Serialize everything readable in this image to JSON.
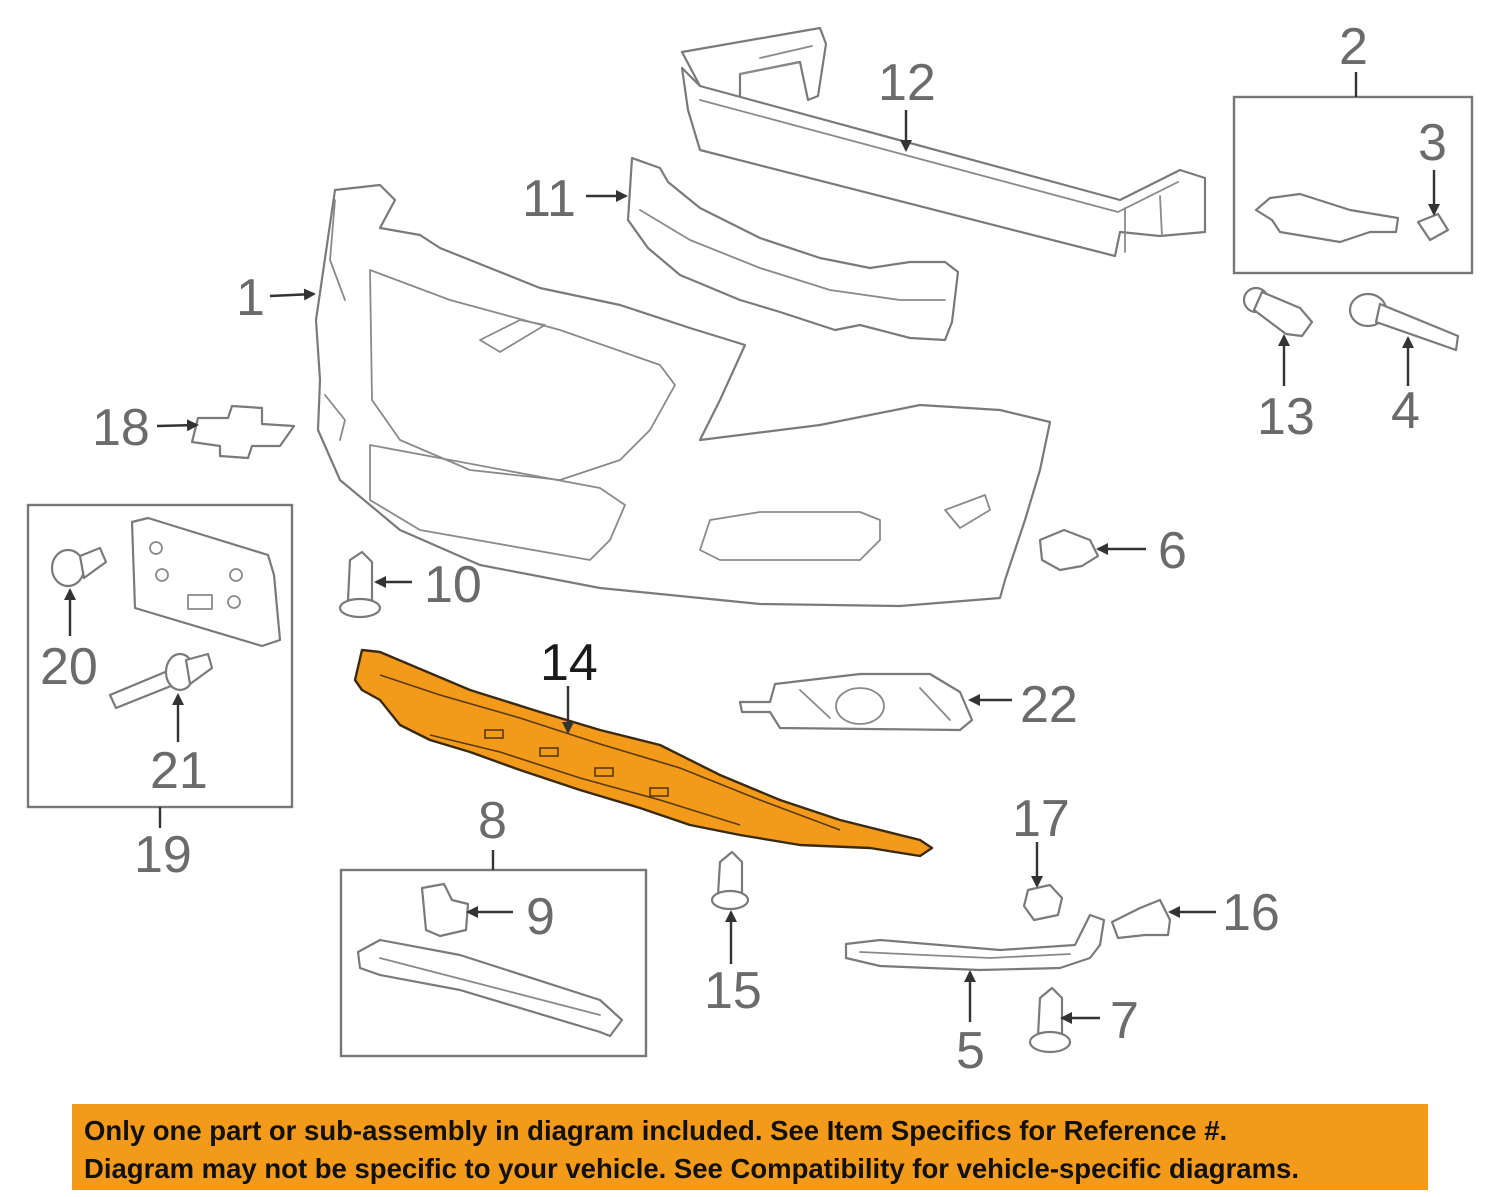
{
  "callouts": [
    {
      "id": "1",
      "label": "1"
    },
    {
      "id": "2",
      "label": "2"
    },
    {
      "id": "3",
      "label": "3"
    },
    {
      "id": "4",
      "label": "4"
    },
    {
      "id": "5",
      "label": "5"
    },
    {
      "id": "6",
      "label": "6"
    },
    {
      "id": "7",
      "label": "7"
    },
    {
      "id": "8",
      "label": "8"
    },
    {
      "id": "9",
      "label": "9"
    },
    {
      "id": "10",
      "label": "10"
    },
    {
      "id": "11",
      "label": "11"
    },
    {
      "id": "12",
      "label": "12"
    },
    {
      "id": "13",
      "label": "13"
    },
    {
      "id": "14",
      "label": "14"
    },
    {
      "id": "15",
      "label": "15"
    },
    {
      "id": "16",
      "label": "16"
    },
    {
      "id": "17",
      "label": "17"
    },
    {
      "id": "18",
      "label": "18"
    },
    {
      "id": "19",
      "label": "19"
    },
    {
      "id": "20",
      "label": "20"
    },
    {
      "id": "21",
      "label": "21"
    },
    {
      "id": "22",
      "label": "22"
    }
  ],
  "highlighted_part": "14",
  "colors": {
    "highlight": "#f39a1a",
    "banner": "#f39a1a",
    "line": "#7a7a7a"
  },
  "banner": {
    "line1": "Only one part or sub-assembly in diagram included. See Item Specifics for Reference #.",
    "line2": "Diagram may not be specific to your vehicle. See Compatibility for vehicle-specific diagrams."
  }
}
